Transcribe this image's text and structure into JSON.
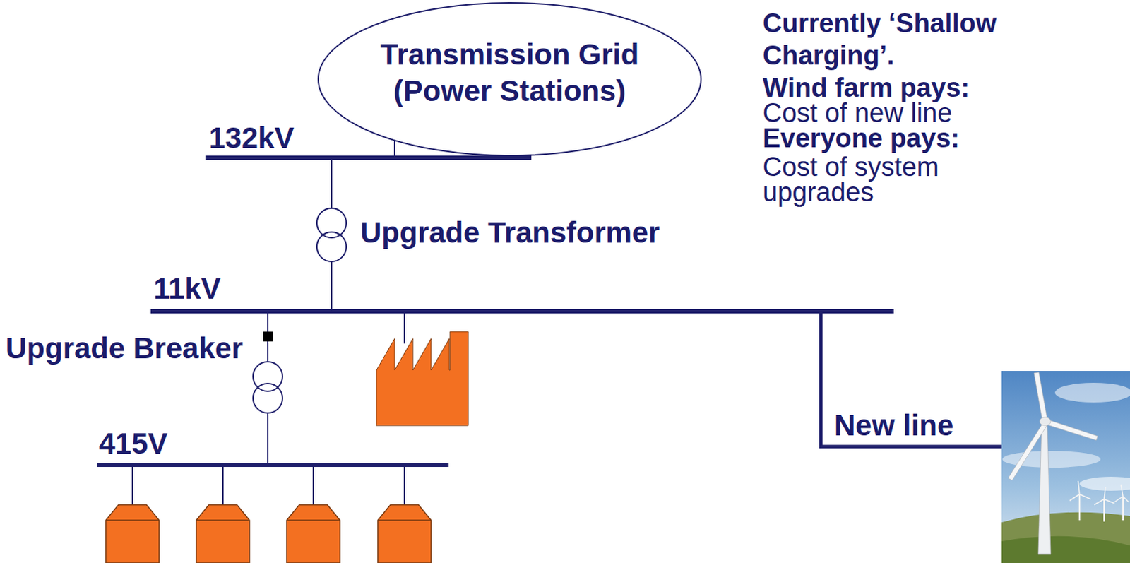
{
  "diagram": {
    "nodes": [
      {
        "text": [
          "Transmission Grid (Power Stations)"
        ]
      }
    ],
    "labels": [
      "Currently ‘Shallow Charging’.",
      "Wind farm pays:",
      "Cost of new line",
      "Everyone pays:",
      "Cost of system upgrades",
      "132kV",
      "Upgrade Transformer",
      "11kV",
      "Upgrade Breaker",
      "New line",
      "415V"
    ]
  }
}
